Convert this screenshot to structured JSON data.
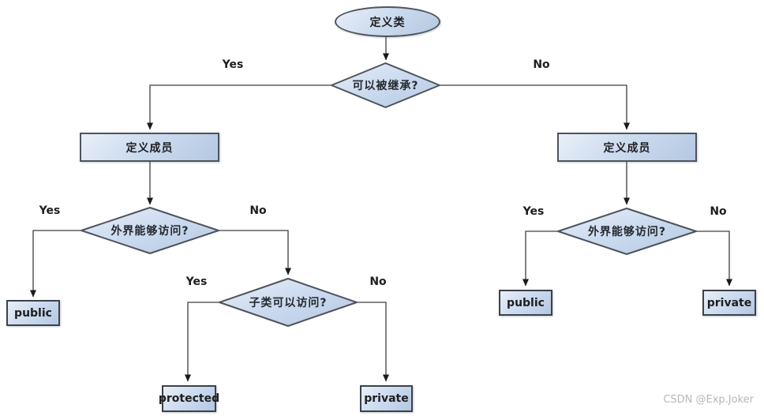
{
  "flowchart": {
    "start": {
      "label": "定义类"
    },
    "decisions": {
      "can_inherit": {
        "label": "可以被继承?"
      },
      "outside_access_left": {
        "label": "外界能够访问?"
      },
      "subclass_access": {
        "label": "子类可以访问?"
      },
      "outside_access_right": {
        "label": "外界能够访问?"
      }
    },
    "processes": {
      "define_members_left": {
        "label": "定义成员"
      },
      "define_members_right": {
        "label": "定义成员"
      }
    },
    "results": {
      "public_left": {
        "label": "public"
      },
      "protected": {
        "label": "protected"
      },
      "private_mid": {
        "label": "private"
      },
      "public_right": {
        "label": "public"
      },
      "private_right": {
        "label": "private"
      }
    },
    "edge_labels": {
      "inherit_yes": "Yes",
      "inherit_no": "No",
      "outside_left_yes": "Yes",
      "outside_left_no": "No",
      "subclass_yes": "Yes",
      "subclass_no": "No",
      "outside_right_yes": "Yes",
      "outside_right_no": "No"
    },
    "colors": {
      "shape_fill_light": "#e9eff8",
      "shape_fill_dark": "#b5c8e2",
      "shape_border": "#4e545c",
      "connector": "#3f3f3f",
      "arrowhead": "#1a1a1a",
      "text": "#1e1e1e"
    }
  },
  "watermark": {
    "text": "CSDN @Exp.Joker"
  }
}
